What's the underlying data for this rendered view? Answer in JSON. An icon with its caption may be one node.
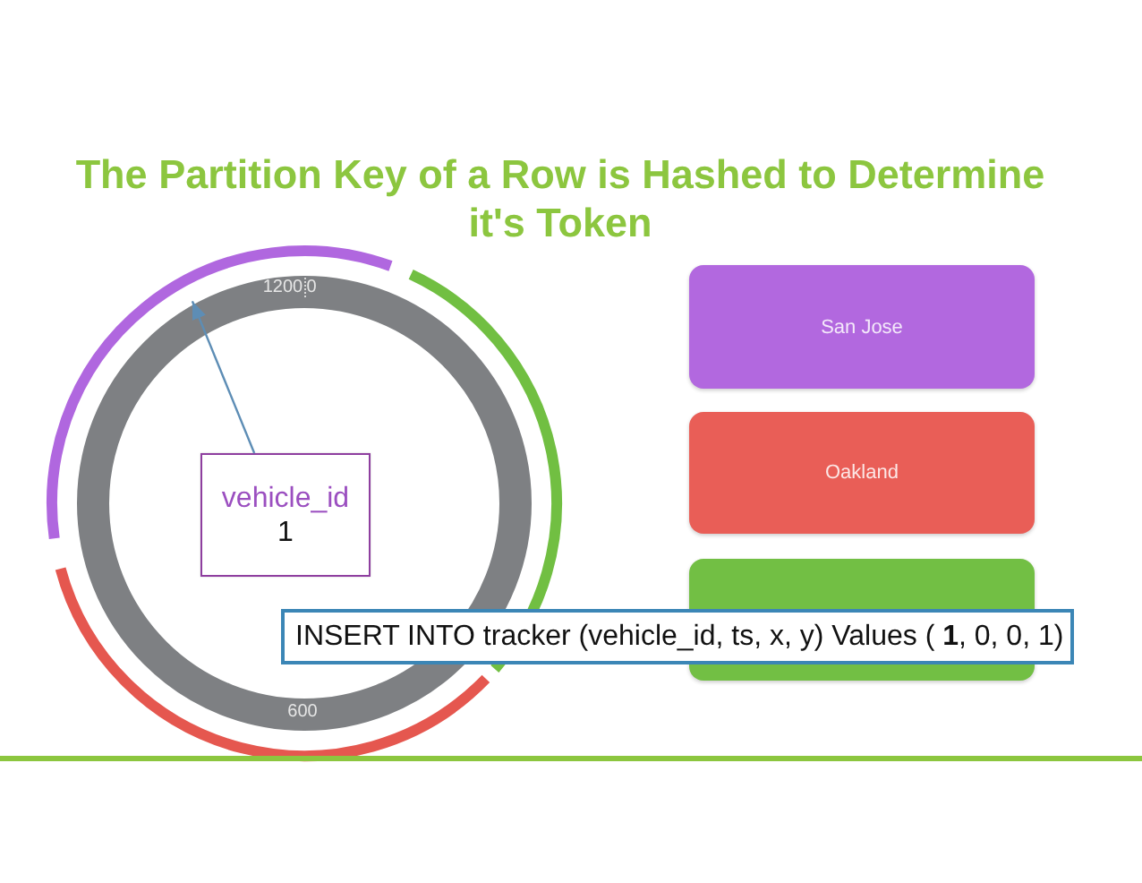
{
  "diagram": {
    "title": "The Partition Key of a Row is Hashed to Determine it's Token",
    "nodes": [
      {
        "text": [
          "1200",
          "0",
          "600"
        ]
      },
      {
        "text": [
          "vehicle_id",
          "1"
        ],
        "in": 0
      },
      {
        "text": [
          "San Jose"
        ]
      },
      {
        "text": [
          "Oakland"
        ]
      },
      {
        "text": [],
        "shape": "box"
      },
      {
        "text": [
          "INSERT INTO tracker (vehicle_id, ts, x, y) Values ( **1**, 0, 0, 1)"
        ]
      }
    ],
    "edges": [
      {
        "from": 1,
        "to": 0,
        "arrow": "to"
      }
    ]
  }
}
